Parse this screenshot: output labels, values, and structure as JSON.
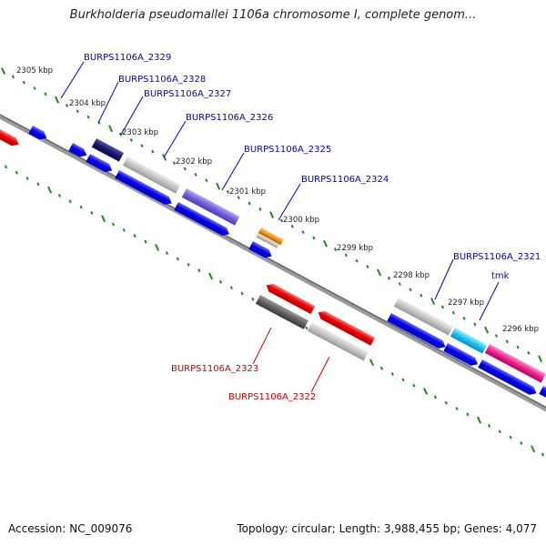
{
  "title": "Burkholderia pseudomallei 1106a chromosome I, complete genom...",
  "footer": {
    "accession": "Accession: NC_009076",
    "topology": "Topology: circular; Length: 3,988,455 bp; Genes: 4,077"
  },
  "ruler": {
    "labels": [
      "2305 kbp",
      "2304 kbp",
      "2303 kbp",
      "2302 kbp",
      "2301 kbp",
      "2300 kbp",
      "2299 kbp",
      "2298 kbp",
      "2297 kbp",
      "2296 kbp"
    ]
  },
  "colors": {
    "forward_cds": "#0000ee",
    "reverse_cds": "#ee0000",
    "backbone": "#8a8a8a",
    "tick": "#1a8a1a",
    "label_forward": "#0000cc",
    "label_reverse": "#cc0000"
  },
  "labels_forward": [
    {
      "name": "gene-label-2329",
      "text": "BURPS1106A_2329"
    },
    {
      "name": "gene-label-2328",
      "text": "BURPS1106A_2328"
    },
    {
      "name": "gene-label-2327",
      "text": "BURPS1106A_2327"
    },
    {
      "name": "gene-label-2326",
      "text": "BURPS1106A_2326"
    },
    {
      "name": "gene-label-2325",
      "text": "BURPS1106A_2325"
    },
    {
      "name": "gene-label-2324",
      "text": "BURPS1106A_2324"
    },
    {
      "name": "gene-label-2321",
      "text": "BURPS1106A_2321"
    },
    {
      "name": "gene-label-tmk",
      "text": "tmk"
    }
  ],
  "labels_reverse": [
    {
      "name": "gene-label-2323",
      "text": "BURPS1106A_2323"
    },
    {
      "name": "gene-label-2322",
      "text": "BURPS1106A_2322"
    }
  ]
}
